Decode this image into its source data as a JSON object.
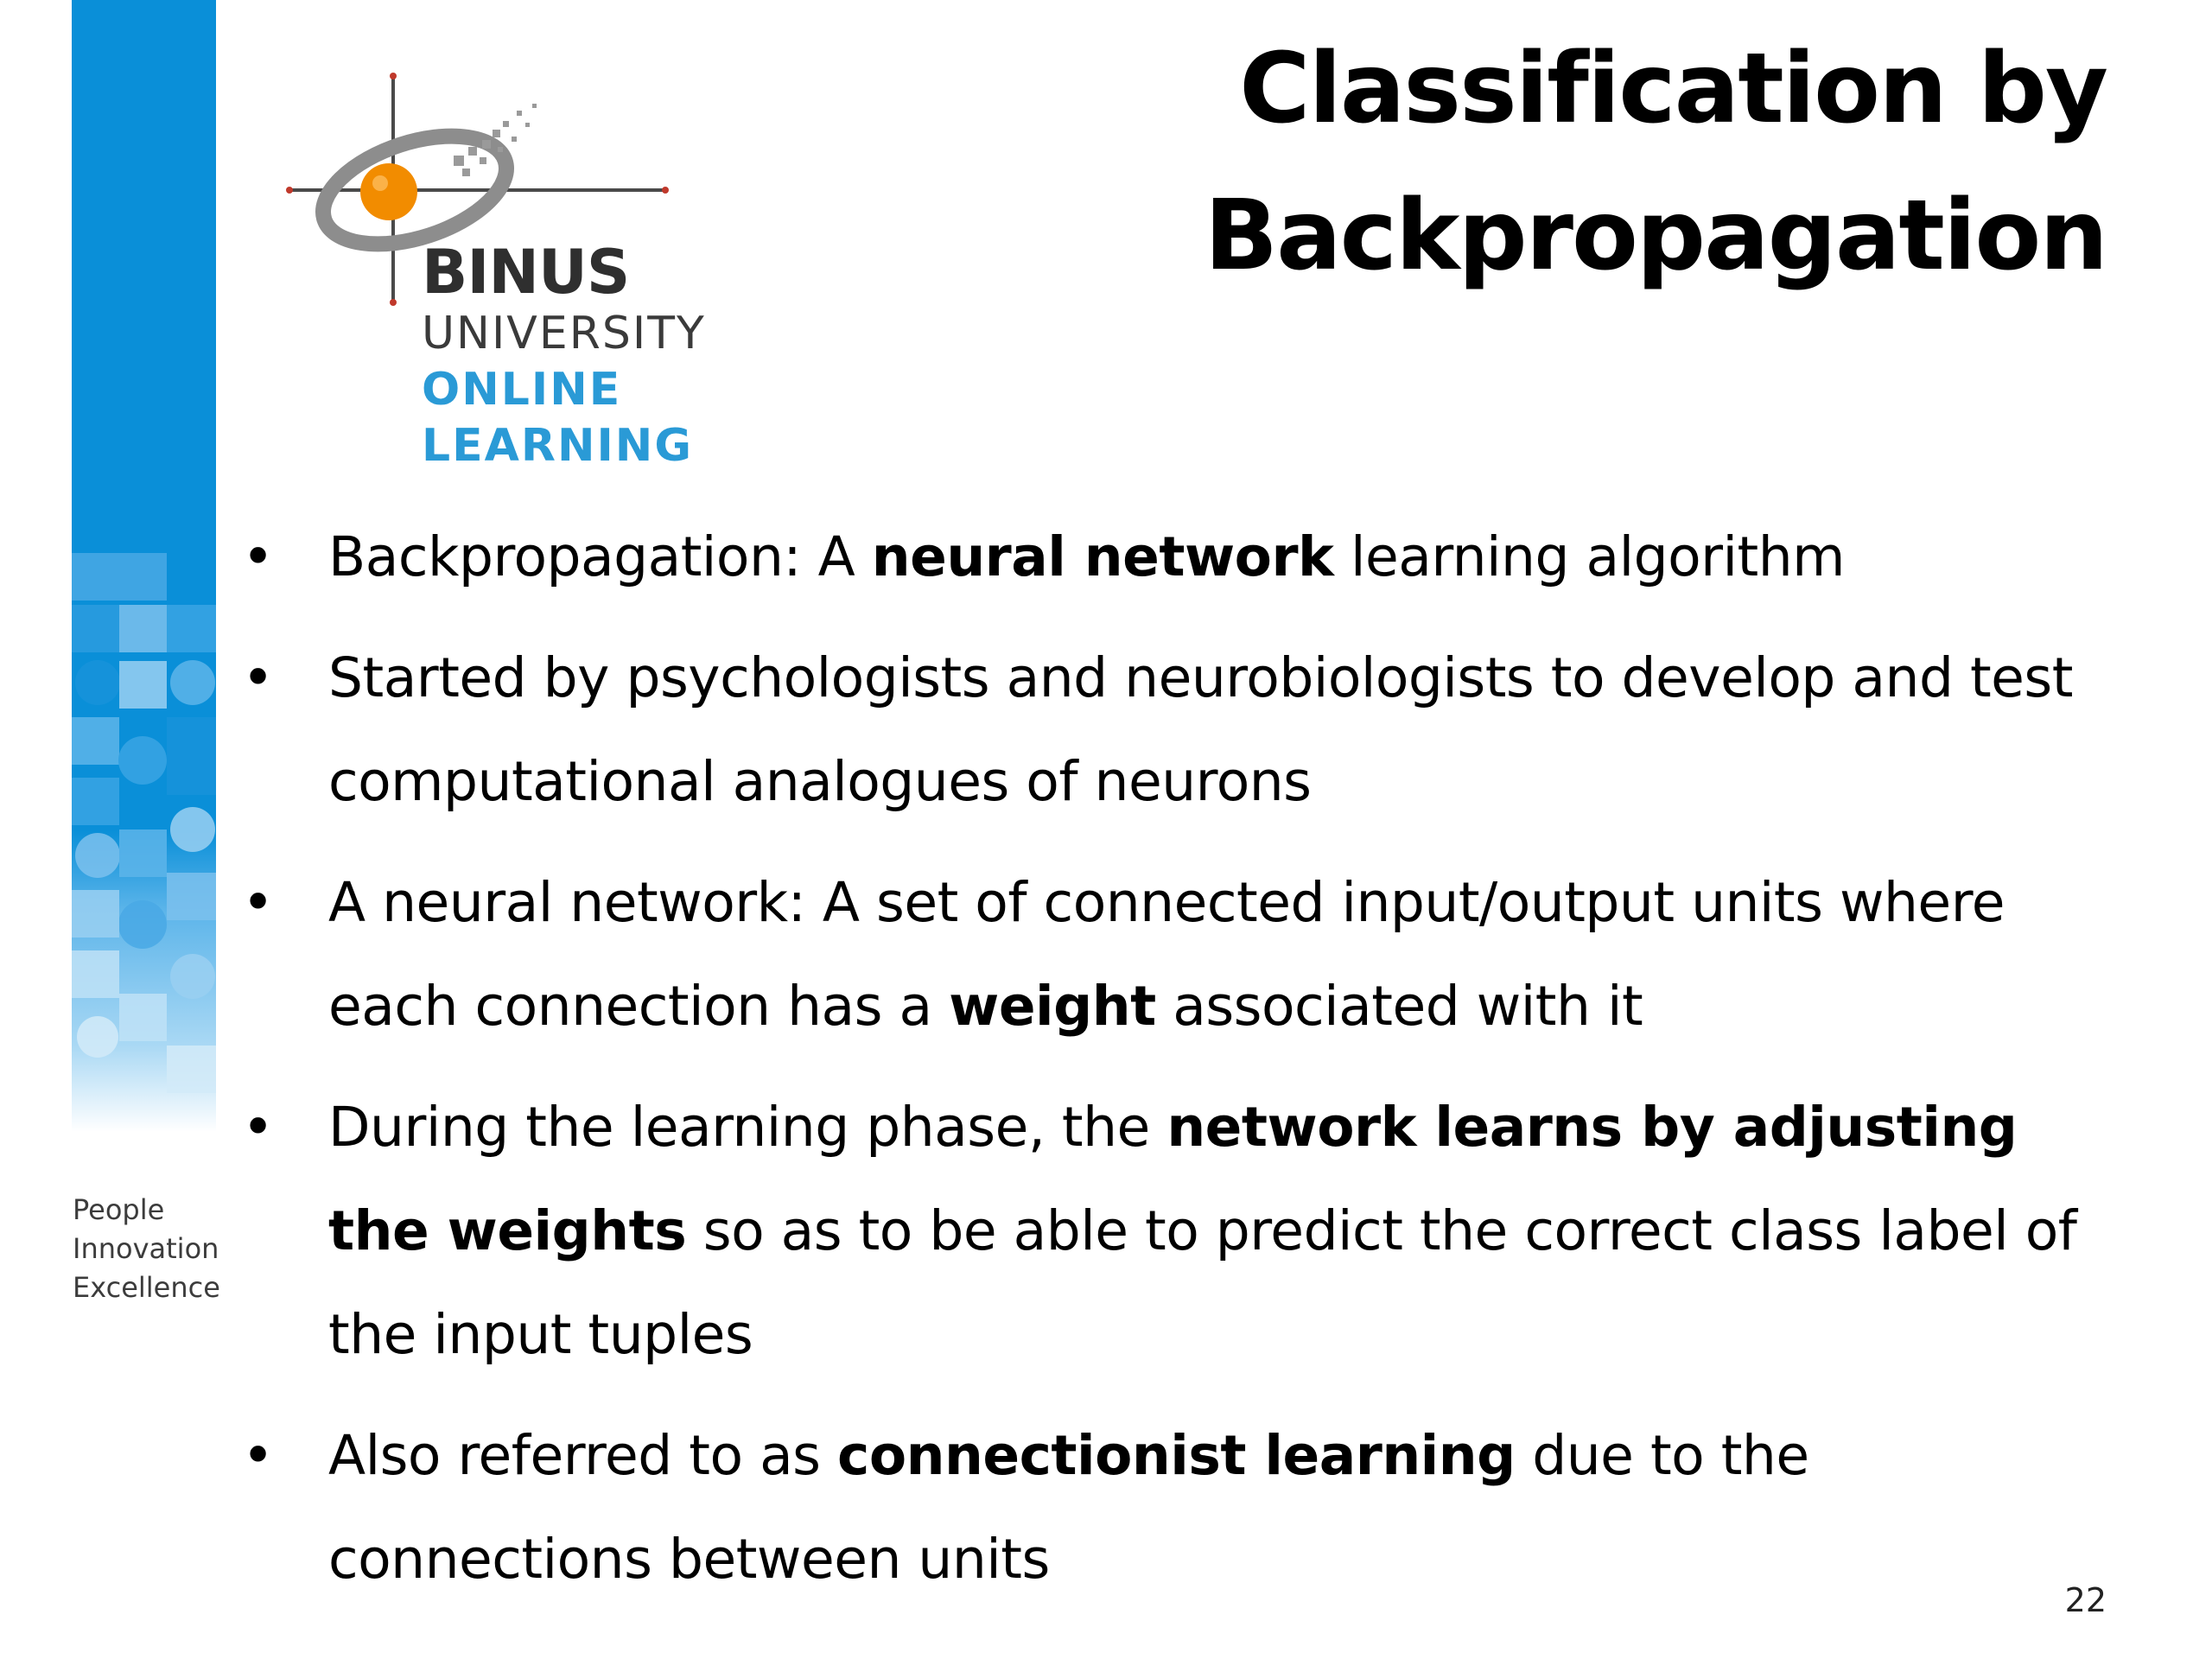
{
  "slide": {
    "title_line1": "Classification by",
    "title_line2": "Backpropagation",
    "page_number": "22"
  },
  "logo": {
    "name": "BINUS",
    "line2": "UNIVERSITY",
    "line3": "ONLINE",
    "line4": "LEARNING",
    "orange_color": "#f28c00",
    "blue_color": "#2a9ad6"
  },
  "tagline": {
    "line1": "People",
    "line2": "Innovation",
    "line3": "Excellence"
  },
  "bullets": [
    {
      "parts": [
        {
          "text": "Backpropagation: A "
        },
        {
          "text": "neural network",
          "bold": true
        },
        {
          "text": " learning algorithm"
        }
      ]
    },
    {
      "parts": [
        {
          "text": "Started by psychologists and neurobiologists to develop and test computational analogues of neurons"
        }
      ]
    },
    {
      "parts": [
        {
          "text": "A neural network: A set of connected input/output units where each connection has a "
        },
        {
          "text": "weight",
          "bold": true
        },
        {
          "text": " associated with it"
        }
      ]
    },
    {
      "parts": [
        {
          "text": "During the learning phase, the "
        },
        {
          "text": "network learns by adjusting the weights",
          "bold": true
        },
        {
          "text": " so as to be able to predict the correct class label of the input tuples"
        }
      ]
    },
    {
      "parts": [
        {
          "text": "Also referred to as "
        },
        {
          "text": "connectionist learning",
          "bold": true
        },
        {
          "text": " due to the connections between units"
        }
      ]
    }
  ],
  "colors": {
    "side_bar_blue": "#0a8fd8",
    "side_bar_light": "#8fcaf0"
  }
}
